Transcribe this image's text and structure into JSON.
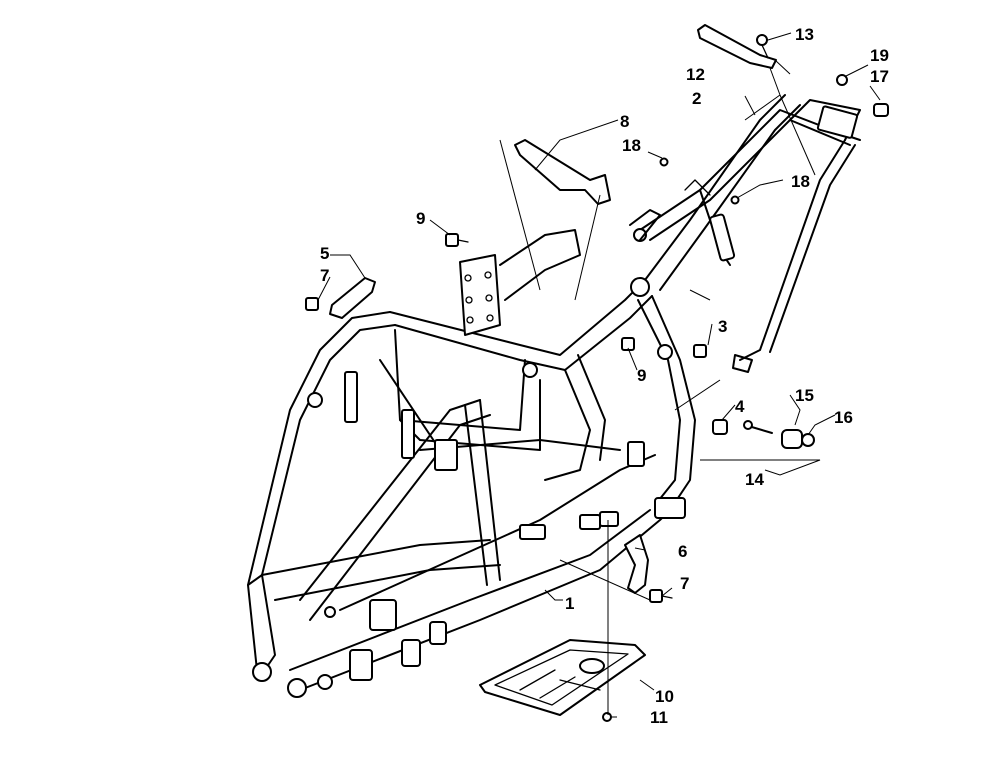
{
  "callouts": [
    "1",
    "2",
    "3",
    "4",
    "5",
    "6",
    "7",
    "7",
    "8",
    "9",
    "9",
    "10",
    "11",
    "12",
    "13",
    "14",
    "15",
    "16",
    "17",
    "18",
    "18",
    "19"
  ]
}
